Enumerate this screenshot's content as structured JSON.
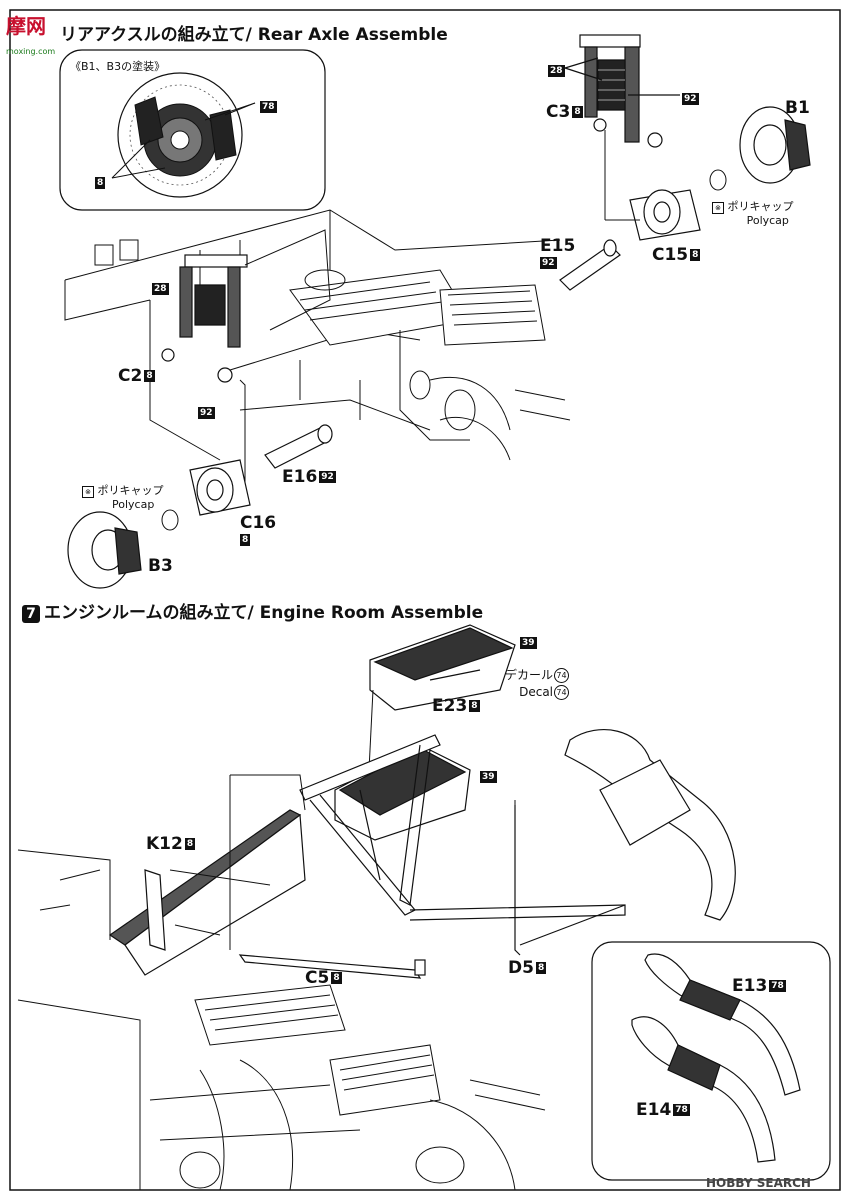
{
  "logo": {
    "text": "摩网",
    "sub": "moxing.com"
  },
  "section1": {
    "title": "リアアクスルの組み立て/ Rear Axle Assemble"
  },
  "inset1": {
    "title": "《B1、B3の塗装》",
    "badge_78": "78",
    "badge_8": "8"
  },
  "parts": {
    "c3": "C3",
    "c3_badge": "8",
    "c3_28": "28",
    "c3_92": "92",
    "b1": "B1",
    "e15": "E15",
    "e15_badge": "92",
    "c15": "C15",
    "c15_badge": "8",
    "c2": "C2",
    "c2_badge": "8",
    "c2_28": "28",
    "c2_92": "92",
    "e16": "E16",
    "e16_badge": "92",
    "c16": "C16",
    "c16_badge": "8",
    "b3": "B3"
  },
  "polycap": {
    "jp": "ポリキャップ",
    "en": "Polycap"
  },
  "section2": {
    "step": "7",
    "title": "エンジンルームの組み立て/ Engine Room Assemble"
  },
  "parts2": {
    "e23_badge_39": "39",
    "decal_jp": "デカール",
    "decal_en": "Decal",
    "decal_no": "74",
    "e23": "E23",
    "e23_badge": "8",
    "box_39": "39",
    "k12": "K12",
    "k12_badge": "8",
    "c5": "C5",
    "c5_badge": "8",
    "d5": "D5",
    "d5_badge": "8",
    "e13": "E13",
    "e13_badge": "78",
    "e14": "E14",
    "e14_badge": "78"
  },
  "watermark": "HOBBY SEARCH"
}
